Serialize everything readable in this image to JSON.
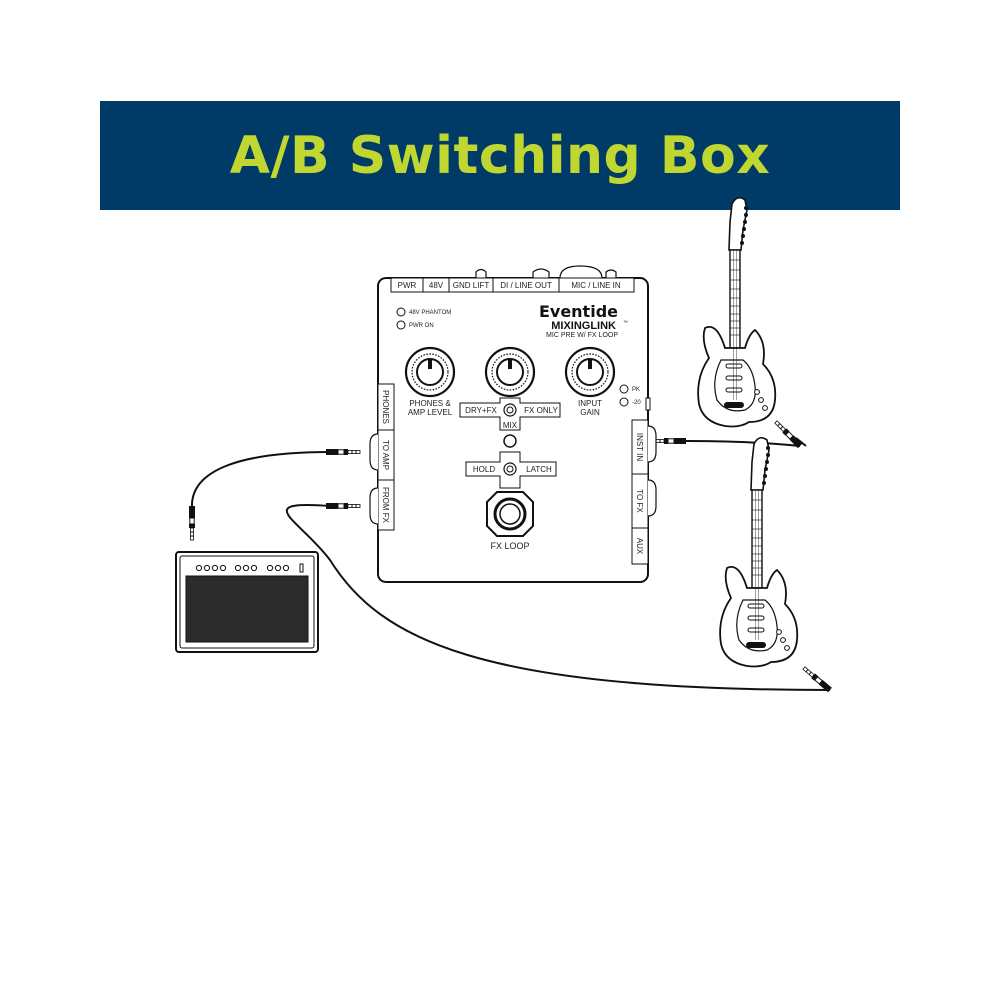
{
  "banner": {
    "title": "A/B Switching Box",
    "bg_color": "#003a66",
    "title_color": "#bfd730"
  },
  "device": {
    "top_ports": [
      "PWR",
      "48V",
      "GND LIFT",
      "DI / LINE OUT",
      "MIC / LINE IN"
    ],
    "brand": "Eventide",
    "product": "MIXINGLINK",
    "tm": "™",
    "subtitle": "MIC PRE W/ FX LOOP",
    "leds_left": [
      "48V PHANTOM",
      "PWR ON"
    ],
    "leds_right": [
      "PK",
      "-20"
    ],
    "knobs": {
      "phones_line1": "PHONES &",
      "phones_line2": "AMP LEVEL",
      "gain_line1": "INPUT",
      "gain_line2": "GAIN"
    },
    "mix_labels": {
      "dry_fx": "DRY+FX",
      "fx_only": "FX ONLY",
      "mix": "MIX"
    },
    "switch_labels": {
      "hold": "HOLD",
      "latch": "LATCH"
    },
    "fx_loop": "FX LOOP",
    "left_jacks": [
      "PHONES",
      "TO AMP",
      "FROM FX"
    ],
    "right_jacks": [
      "INST IN",
      "TO FX",
      "AUX"
    ]
  },
  "icons": [
    "guitar-icon",
    "amplifier-icon",
    "cable-plug-icon",
    "footswitch-icon",
    "knob-icon",
    "led-icon"
  ]
}
